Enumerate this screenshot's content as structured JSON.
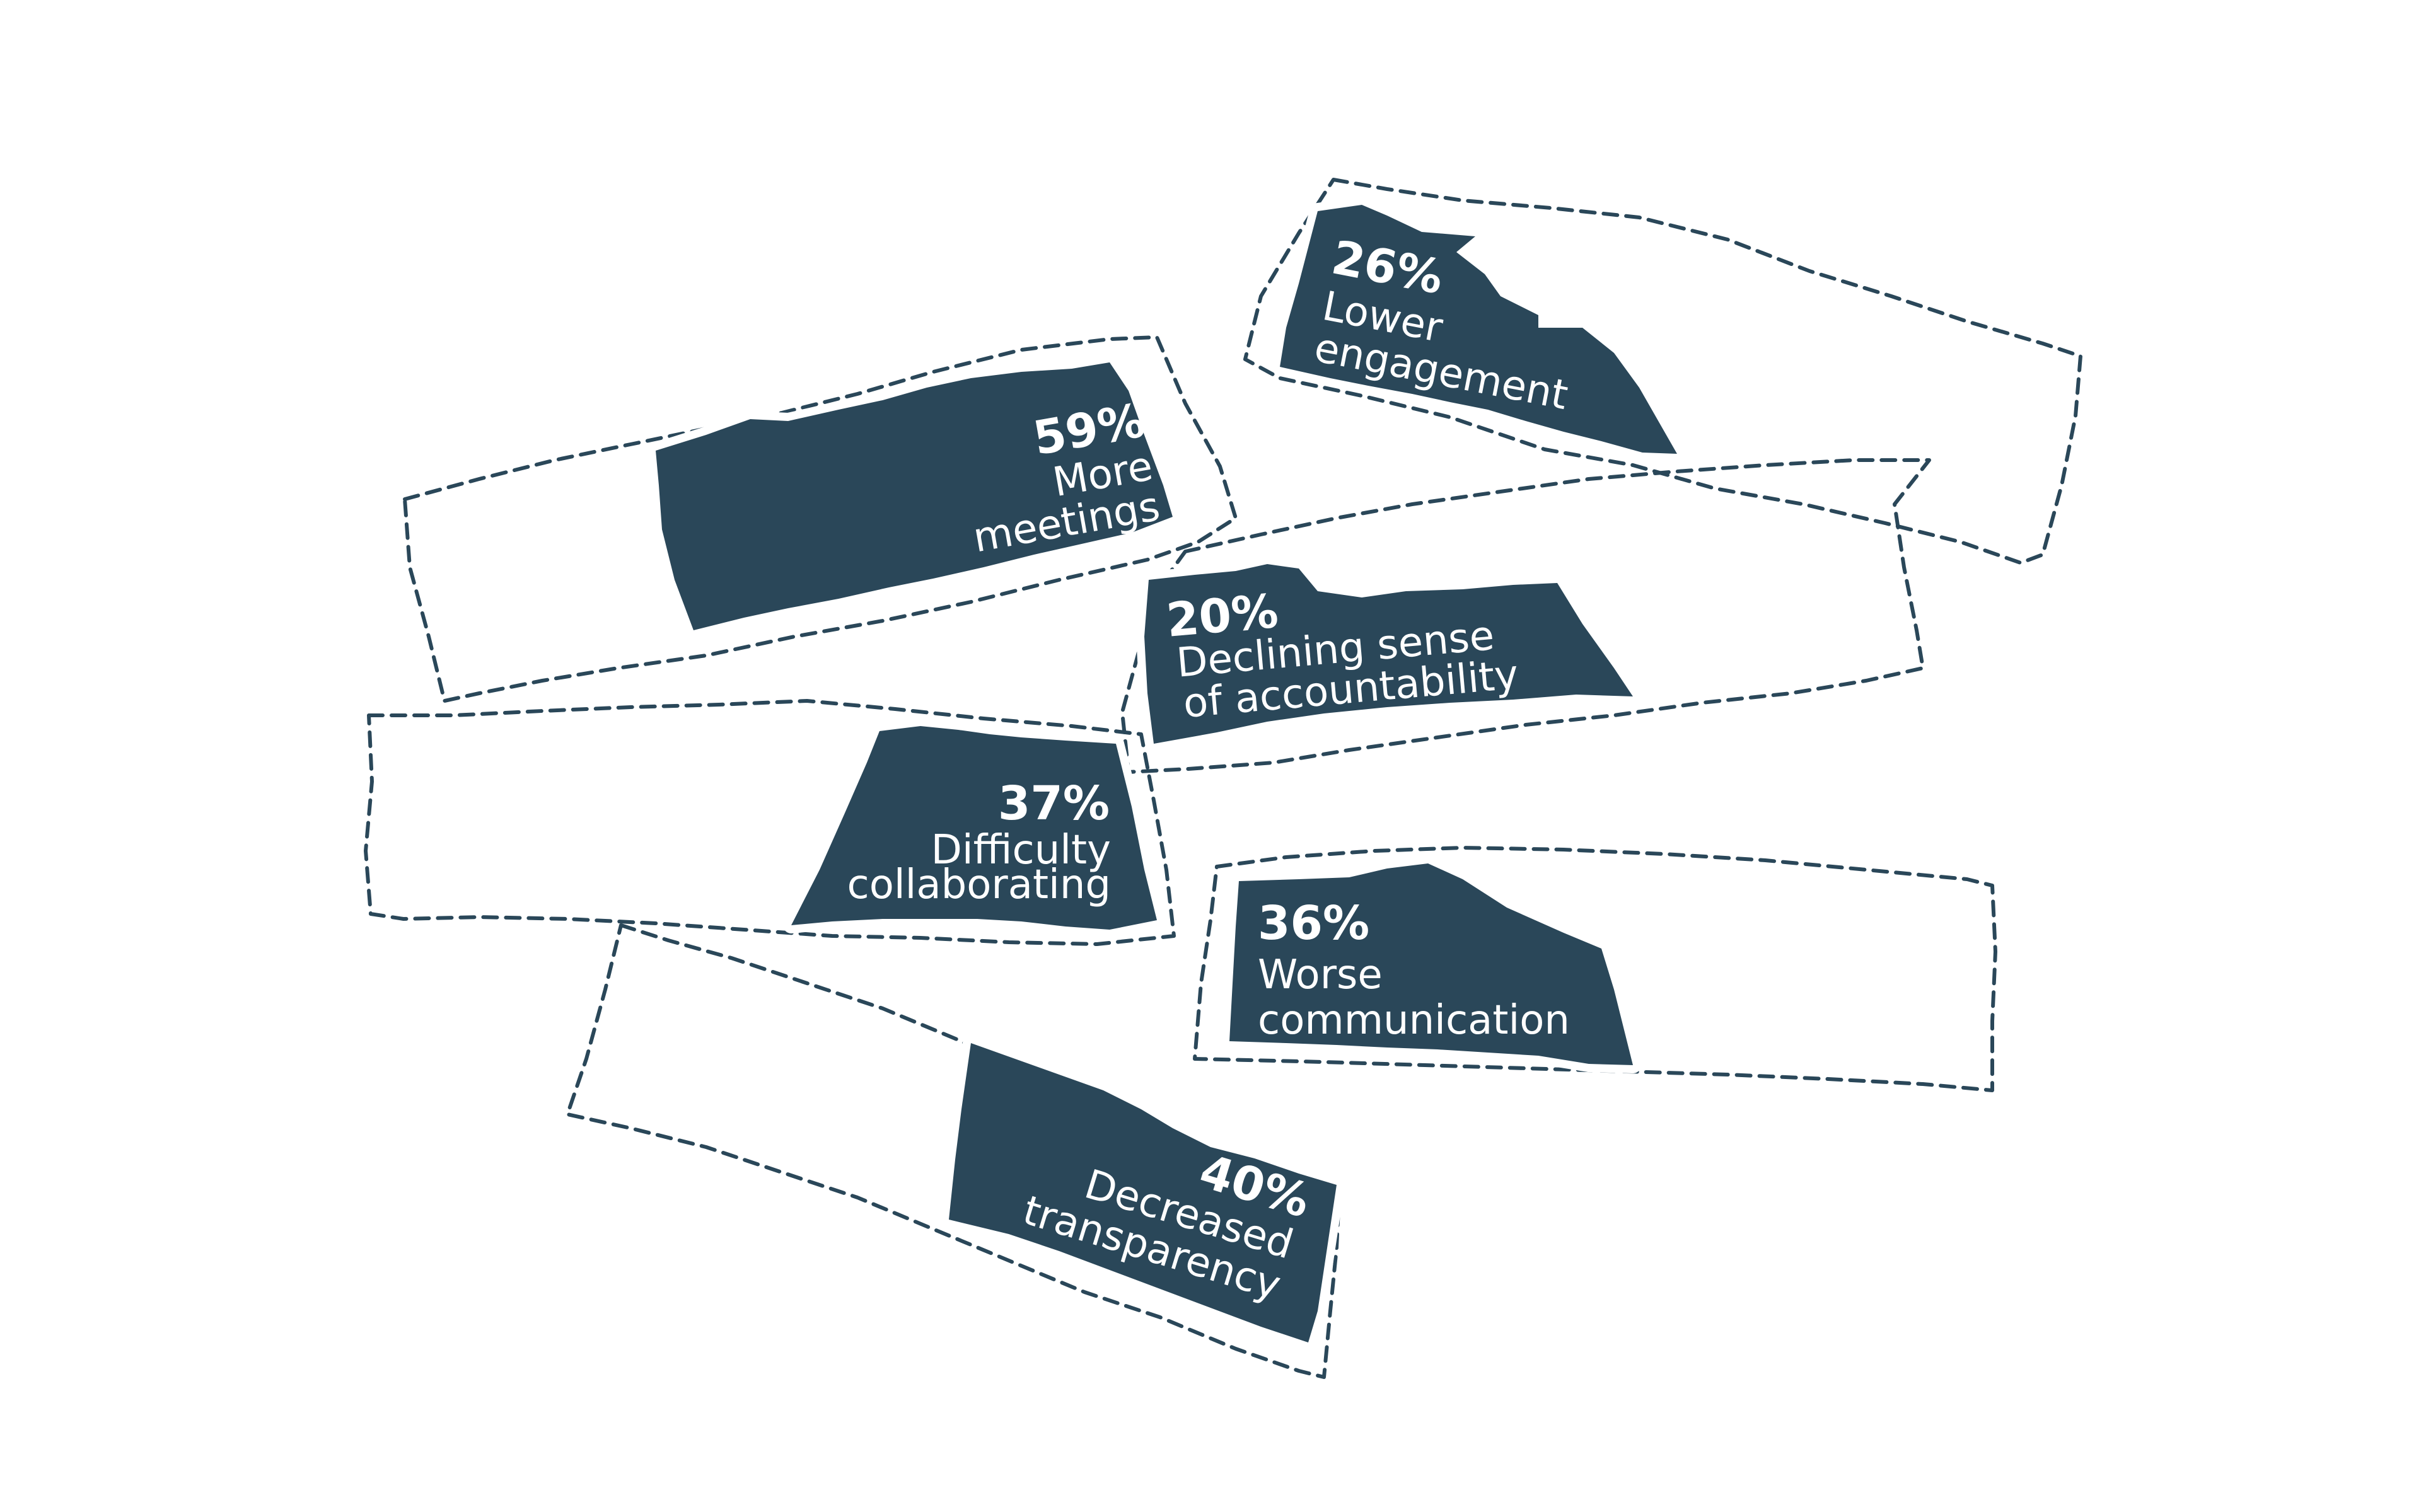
{
  "colors": {
    "background": "#ffffff",
    "patch": "#2a4759",
    "outline": "#2a4759",
    "text": "#ffffff"
  },
  "stats": [
    {
      "percent": "26%",
      "label_lines": [
        "Lower",
        "engagement"
      ]
    },
    {
      "percent": "59%",
      "label_lines": [
        "More",
        "meetings"
      ]
    },
    {
      "percent": "20%",
      "label_lines": [
        "Declining sense",
        "of accountability"
      ]
    },
    {
      "percent": "37%",
      "label_lines": [
        "Difficulty",
        "collaborating"
      ]
    },
    {
      "percent": "36%",
      "label_lines": [
        "Worse",
        "communication"
      ]
    },
    {
      "percent": "40%",
      "label_lines": [
        "Decreased",
        "transparency"
      ]
    }
  ]
}
